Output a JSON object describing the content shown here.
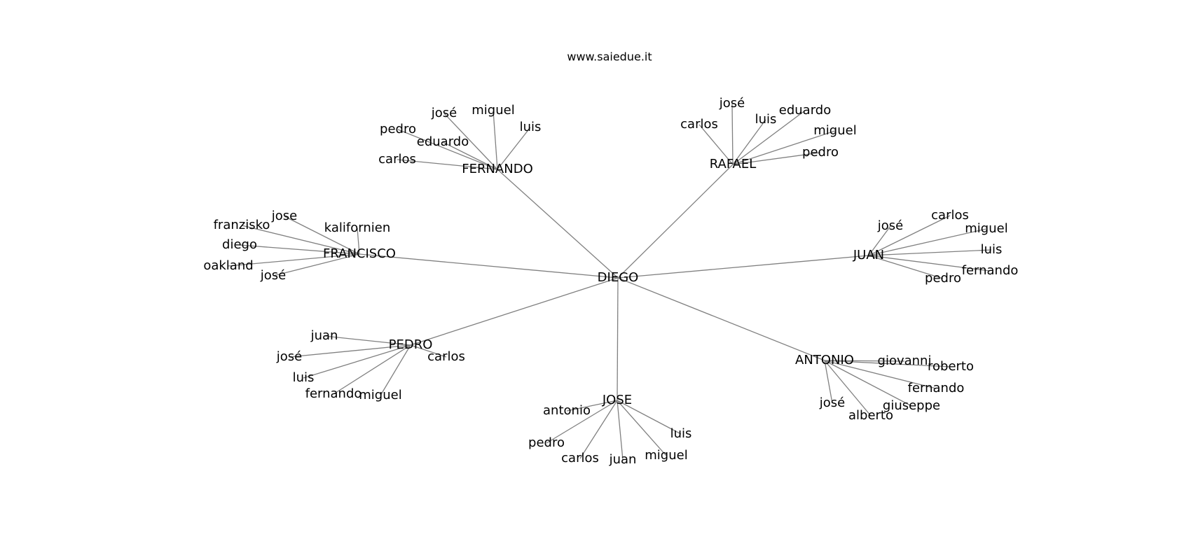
{
  "title": "www.saiedue.it",
  "graph": {
    "root": "DIEGO",
    "hubs": [
      {
        "name": "FERNANDO",
        "children": [
          "josé",
          "miguel",
          "luis",
          "pedro",
          "eduardo",
          "carlos"
        ]
      },
      {
        "name": "RAFAEL",
        "children": [
          "josé",
          "carlos",
          "luis",
          "eduardo",
          "miguel",
          "pedro"
        ]
      },
      {
        "name": "FRANCISCO",
        "children": [
          "jose",
          "franzisko",
          "kalifornien",
          "diego",
          "oakland",
          "josé"
        ]
      },
      {
        "name": "JUAN",
        "children": [
          "josé",
          "carlos",
          "miguel",
          "luis",
          "fernando",
          "pedro"
        ]
      },
      {
        "name": "PEDRO",
        "children": [
          "juan",
          "josé",
          "carlos",
          "luis",
          "fernando",
          "miguel"
        ]
      },
      {
        "name": "JOSE",
        "children": [
          "antonio",
          "luis",
          "pedro",
          "carlos",
          "juan",
          "miguel"
        ]
      },
      {
        "name": "ANTONIO",
        "children": [
          "giovanni",
          "roberto",
          "fernando",
          "josé",
          "giuseppe",
          "alberto"
        ]
      }
    ]
  }
}
